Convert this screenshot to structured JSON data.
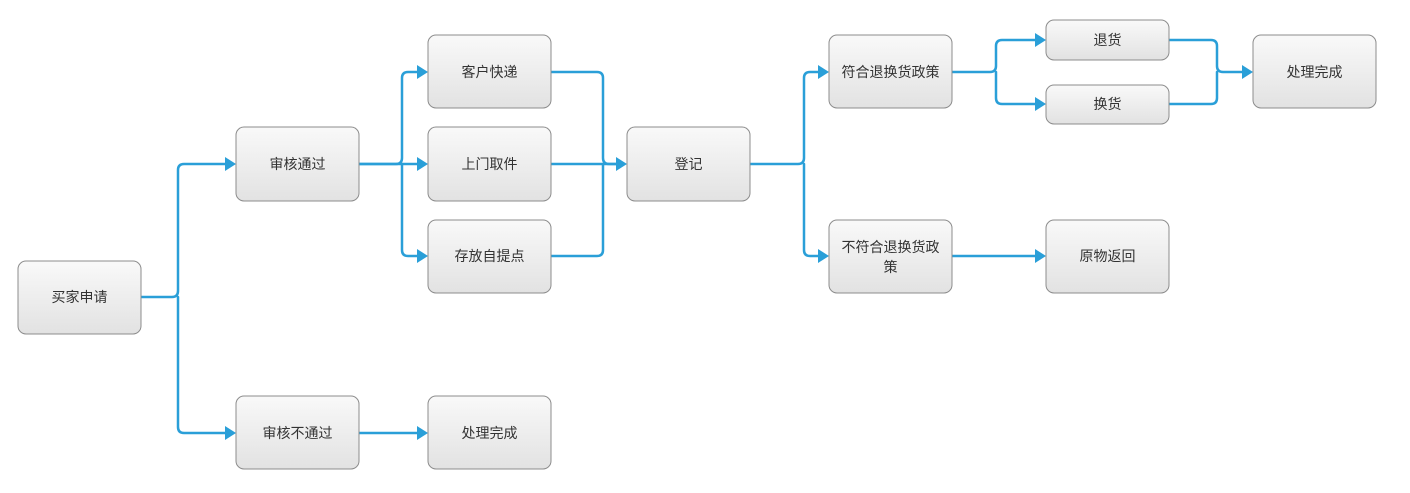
{
  "nodes": {
    "buyer_request": "买家申请",
    "review_pass": "审核通过",
    "review_fail": "审核不通过",
    "courier": "客户快递",
    "pickup": "上门取件",
    "self_pickup_point": "存放自提点",
    "done_reject": "处理完成",
    "register": "登记",
    "policy_ok": "符合退换货政策",
    "policy_not_ok_line1": "不符合退换货政",
    "policy_not_ok_line2": "策",
    "return_goods": "退货",
    "exchange_goods": "换货",
    "return_original": "原物返回",
    "done_final": "处理完成"
  },
  "colors": {
    "connector": "#2a9fd8",
    "node_fill_top": "#f9f9f9",
    "node_fill_bottom": "#e2e2e2",
    "node_border": "#8c8c8c",
    "text": "#333333"
  }
}
